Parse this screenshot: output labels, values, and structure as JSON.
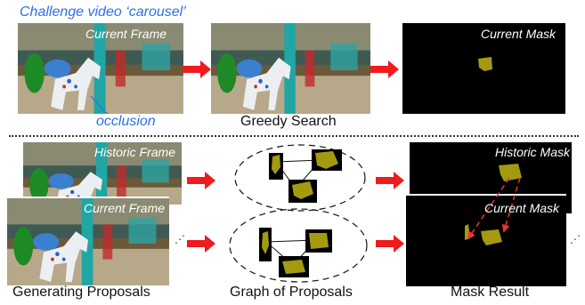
{
  "title": "Challenge video ‘carousel’",
  "top": {
    "frame_label": "Current Frame",
    "occlusion_label": "occlusion",
    "greedy_label": "Greedy Search",
    "mask_label": "Current Mask"
  },
  "bottom": {
    "historic_frame_label": "Historic Frame",
    "current_frame_label": "Current Frame",
    "generating_label": "Generating Proposals",
    "graph_label": "Graph of Proposals",
    "historic_mask_label": "Historic Mask",
    "current_mask_label": "Current Mask",
    "mask_result_label": "Mask Result"
  },
  "colors": {
    "arrow": "#ee1c1c",
    "title": "#2f6fe8",
    "mask_fill": "#a39a10",
    "dashed_red": "#e23a2a"
  }
}
